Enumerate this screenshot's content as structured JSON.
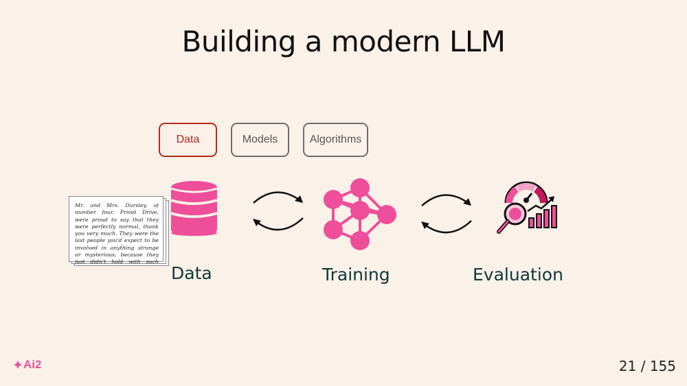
{
  "slide": {
    "title": "Building a modern LLM",
    "tabs": [
      {
        "label": "Data",
        "active": true
      },
      {
        "label": "Models",
        "active": false
      },
      {
        "label": "Algorithms",
        "active": false
      }
    ],
    "doc_text": "Mr. and Mrs. Dursley, of number four, Privet Drive, were proud to say that they were perfectly normal, thank you very much. They were the last people you'd expect to be involved in anything strange or mysterious, because they just didn't hold with such nonsense.",
    "stages": [
      {
        "label": "Data",
        "icon": "database-icon"
      },
      {
        "label": "Training",
        "icon": "neural-network-icon"
      },
      {
        "label": "Evaluation",
        "icon": "evaluation-gauge-icon"
      }
    ],
    "accent_color": "#ee4e9a",
    "active_tab_color": "#b5291f"
  },
  "footer": {
    "logo_text": "Ai2",
    "page_number": "21 / 155"
  }
}
